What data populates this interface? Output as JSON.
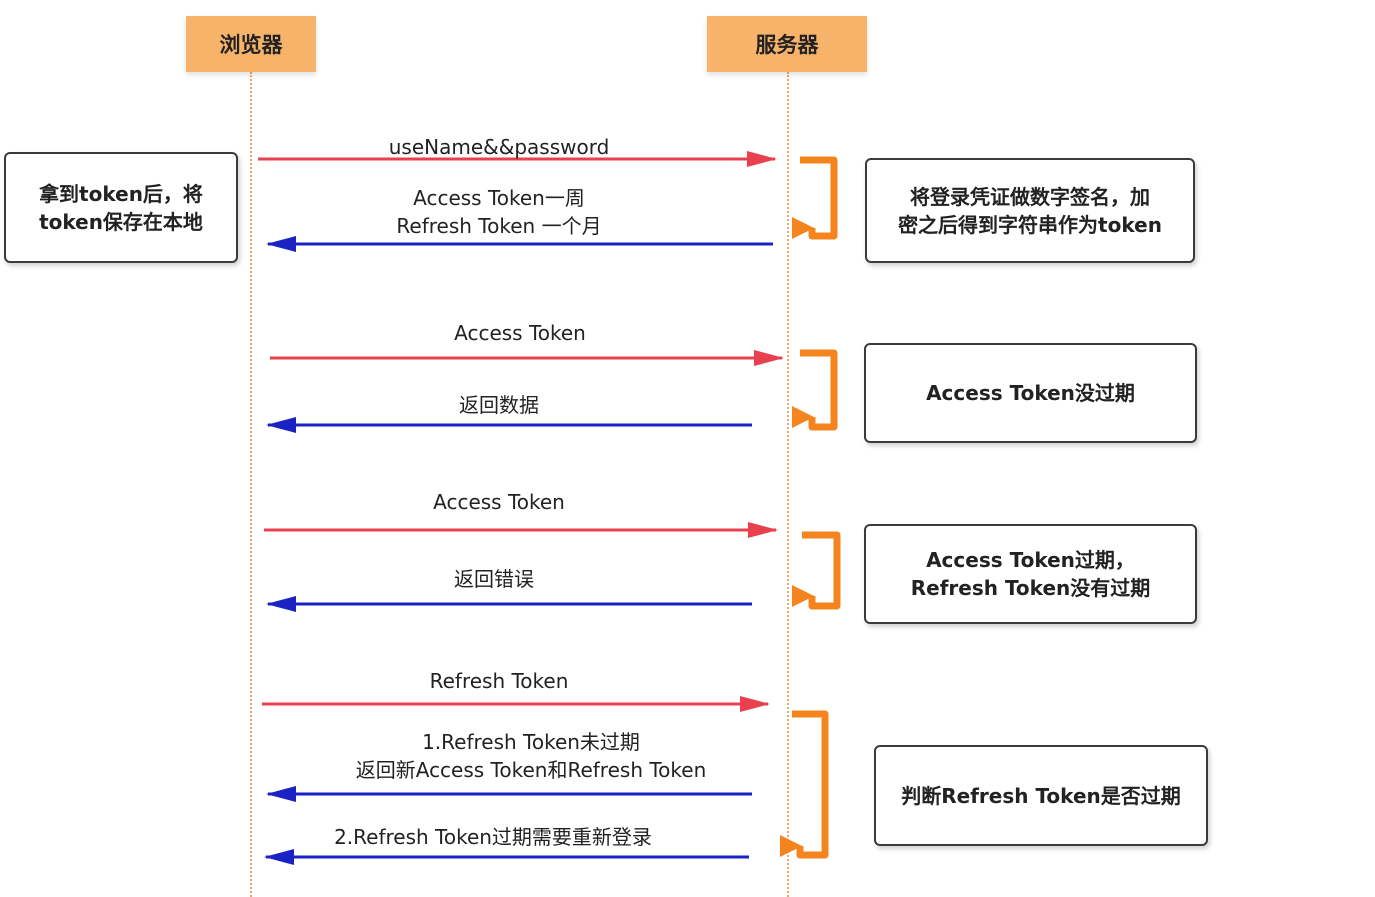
{
  "actors": {
    "browser": "浏览器",
    "server": "服务器"
  },
  "messages": [
    "useName&&password",
    "Access Token一周\nRefresh Token 一个月",
    "Access Token",
    "返回数据",
    "Access Token",
    "返回错误",
    "Refresh Token",
    "1.Refresh Token未过期\n返回新Access Token和Refresh Token",
    "2.Refresh Token过期需要重新登录"
  ],
  "notes": {
    "client_store": "拿到token后，将\ntoken保存在本地",
    "sign_token": "将登录凭证做数字签名，加\n密之后得到字符串作为token",
    "not_expired": "Access Token没过期",
    "access_expired": "Access Token过期，\nRefresh Token没有过期",
    "check_refresh": "判断Refresh Token是否过期"
  },
  "colors": {
    "request": "#e8404f",
    "response": "#1a22c4",
    "actor_fill": "#f7b36a",
    "process_bracket": "#f5841f"
  }
}
